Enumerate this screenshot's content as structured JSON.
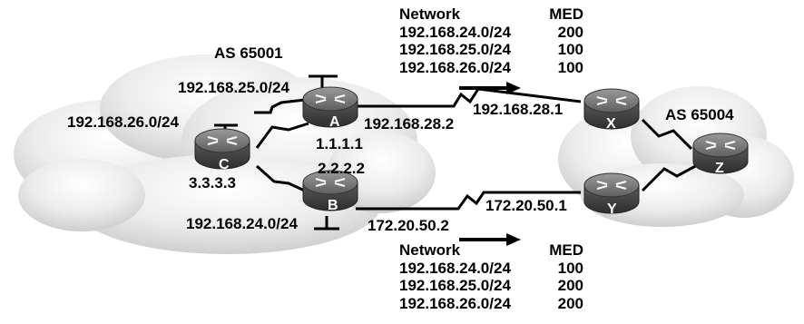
{
  "as_left": "AS 65001",
  "as_right": "AS 65004",
  "routers": {
    "A": {
      "name": "A",
      "ip": "1.1.1.1"
    },
    "B": {
      "name": "B",
      "ip": "2.2.2.2"
    },
    "C": {
      "name": "C",
      "ip": "3.3.3.3"
    },
    "X": {
      "name": "X"
    },
    "Y": {
      "name": "Y"
    },
    "Z": {
      "name": "Z"
    }
  },
  "networks": {
    "a_lan": "192.168.25.0/24",
    "c_lan": "192.168.26.0/24",
    "b_lan": "192.168.24.0/24"
  },
  "links": {
    "a_x_a_side": "192.168.28.2",
    "a_x_x_side": "192.168.28.1",
    "b_y_b_side": "172.20.50.2",
    "b_y_y_side": "172.20.50.1"
  },
  "table_top": {
    "header": {
      "network": "Network",
      "med": "MED"
    },
    "rows": [
      {
        "network": "192.168.24.0/24",
        "med": "200"
      },
      {
        "network": "192.168.25.0/24",
        "med": "100"
      },
      {
        "network": "192.168.26.0/24",
        "med": "100"
      }
    ]
  },
  "table_bottom": {
    "header": {
      "network": "Network",
      "med": "MED"
    },
    "rows": [
      {
        "network": "192.168.24.0/24",
        "med": "100"
      },
      {
        "network": "192.168.25.0/24",
        "med": "200"
      },
      {
        "network": "192.168.26.0/24",
        "med": "200"
      }
    ]
  }
}
